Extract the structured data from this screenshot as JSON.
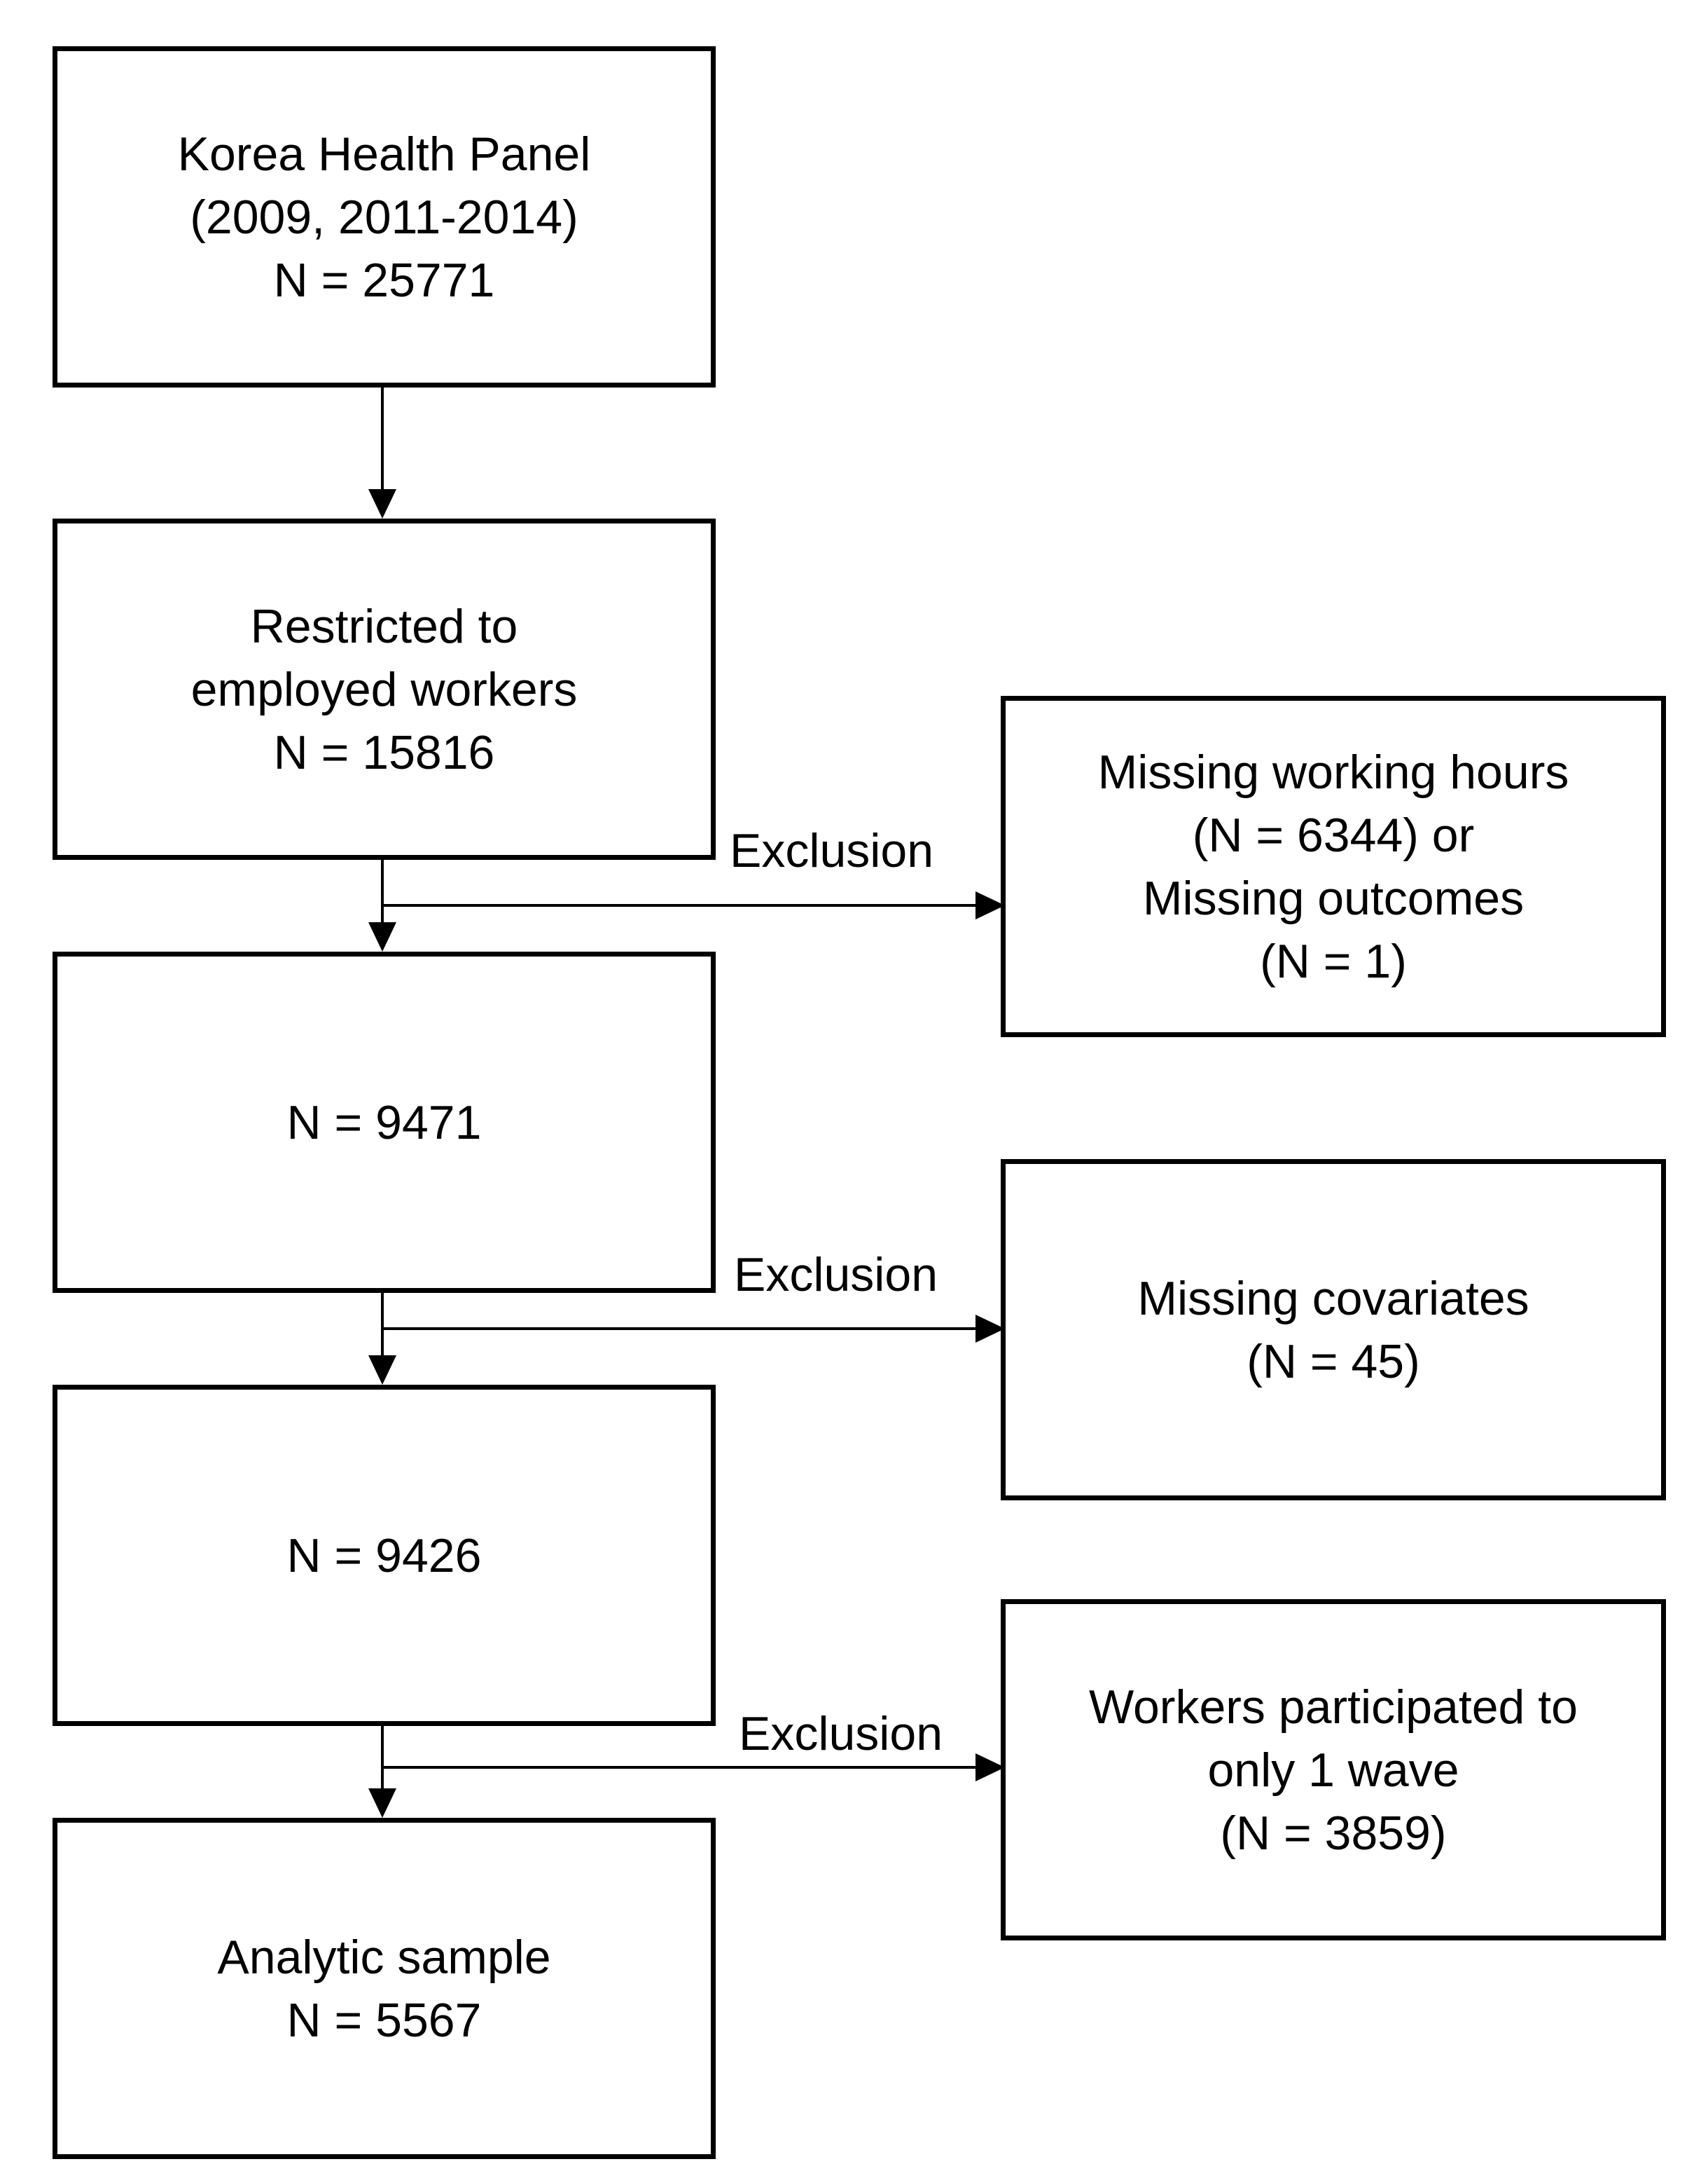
{
  "main_flow": {
    "box1": {
      "lines": [
        "Korea Health Panel",
        "(2009, 2011-2014)",
        "N = 25771"
      ]
    },
    "box2": {
      "lines": [
        "Restricted to",
        "employed workers",
        "N = 15816"
      ]
    },
    "box3": {
      "lines": [
        "N = 9471"
      ]
    },
    "box4": {
      "lines": [
        "N = 9426"
      ]
    },
    "box5": {
      "lines": [
        "Analytic sample",
        "N = 5567"
      ]
    }
  },
  "exclusions": {
    "ex1": {
      "label": "Exclusion",
      "lines": [
        "Missing working hours",
        "(N = 6344) or",
        "Missing outcomes",
        "(N = 1)"
      ]
    },
    "ex2": {
      "label": "Exclusion",
      "lines": [
        "Missing covariates",
        "(N = 45)"
      ]
    },
    "ex3": {
      "label": "Exclusion",
      "lines": [
        "Workers participated to",
        "only 1 wave",
        "(N = 3859)"
      ]
    }
  },
  "colors": {
    "stroke": "#000000",
    "background": "#ffffff"
  }
}
